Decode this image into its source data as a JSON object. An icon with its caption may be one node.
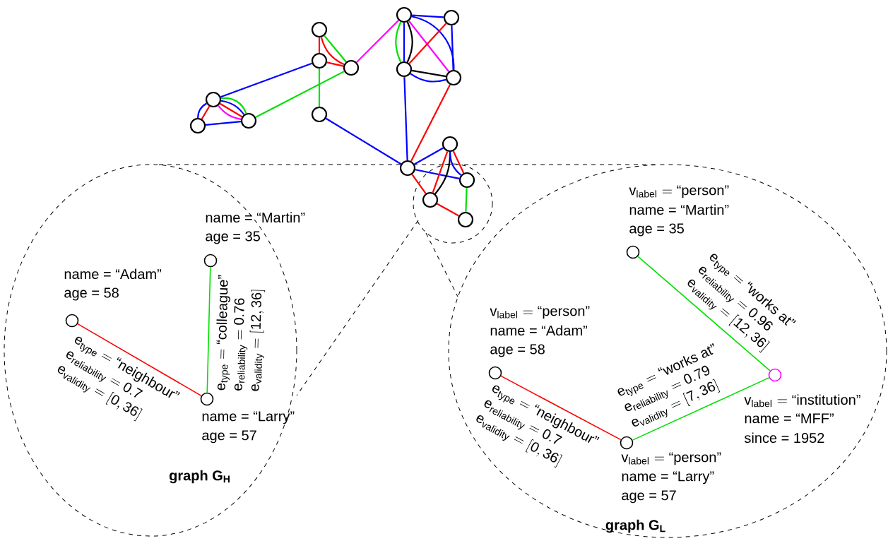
{
  "diagram": {
    "nodes": [
      {
        "text": [],
        "shape": "circle"
      },
      {
        "text": [],
        "shape": "circle"
      },
      {
        "text": [],
        "shape": "circle"
      },
      {
        "text": [],
        "shape": "circle"
      },
      {
        "text": [],
        "shape": "circle"
      },
      {
        "text": [],
        "shape": "circle"
      },
      {
        "text": [],
        "shape": "circle"
      },
      {
        "text": [],
        "shape": "circle"
      },
      {
        "text": [],
        "shape": "circle"
      },
      {
        "text": [],
        "shape": "circle"
      },
      {
        "text": [],
        "shape": "circle"
      },
      {
        "text": [],
        "shape": "circle"
      },
      {
        "text": [],
        "shape": "circle"
      },
      {
        "text": [],
        "shape": "circle"
      },
      {
        "text": [],
        "shape": "circle"
      },
      {
        "text": [],
        "shape": "circle"
      },
      {
        "text": [
          "graph G$_{H}$"
        ]
      },
      {
        "text": [],
        "shape": "circle",
        "in": 16,
        "beside": [
          "name = “Martin”",
          "age = 35"
        ]
      },
      {
        "text": [],
        "shape": "circle",
        "in": 16,
        "beside": [
          "name = “Adam”",
          "age = 58"
        ]
      },
      {
        "text": [],
        "shape": "circle",
        "in": 16,
        "beside": [
          "name = “Larry”",
          "age = 57"
        ]
      },
      {
        "text": [
          "graph G$_{L}$"
        ]
      },
      {
        "text": [],
        "shape": "circle",
        "in": 20,
        "beside": [
          "\\mathrm{v}_{\\mathrm{label}} = \\text{“person”}",
          "name = “Martin”",
          "age = 35"
        ]
      },
      {
        "text": [],
        "shape": "circle",
        "in": 20,
        "beside": [
          "\\mathrm{v}_{\\mathrm{label}} = \\text{“person”}",
          "name = “Adam”",
          "age = 58"
        ]
      },
      {
        "text": [],
        "shape": "circle",
        "in": 20,
        "beside": [
          "\\mathrm{v}_{\\mathrm{label}} = \\text{“institution”}",
          "name = “MFF”",
          "since = 1952"
        ]
      },
      {
        "text": [],
        "shape": "circle",
        "in": 20,
        "beside": [
          "\\mathrm{v}_{\\mathrm{label}} = \\text{“person”}",
          "name = “Larry”",
          "age = 57"
        ]
      }
    ],
    "edges": [
      {
        "from": 2,
        "to": 3,
        "arrow": "none",
        "color": "#ff0000"
      },
      {
        "from": 2,
        "to": 4,
        "arrow": "none",
        "color": "#ff0000"
      },
      {
        "from": 2,
        "to": 4,
        "arrow": "none",
        "color": "#00e000"
      },
      {
        "from": 3,
        "to": 4,
        "arrow": "none",
        "color": "#ff0000"
      },
      {
        "from": 3,
        "to": 8,
        "arrow": "none",
        "color": "#00e000"
      },
      {
        "from": 3,
        "to": 7,
        "arrow": "none"
      },
      {
        "from": 4,
        "to": 9,
        "arrow": "none",
        "color": "#00e000"
      },
      {
        "from": 4,
        "to": 0,
        "arrow": "none",
        "color": "#ff00ff"
      },
      {
        "from": 8,
        "to": 12,
        "arrow": "none"
      },
      {
        "from": 7,
        "to": 10,
        "arrow": "none",
        "color": "#ff0000"
      },
      {
        "from": 7,
        "to": 10,
        "arrow": "none"
      },
      {
        "from": 10,
        "to": 9,
        "arrow": "none"
      },
      {
        "from": 7,
        "to": 9,
        "arrow": "none",
        "color": "#ff0000"
      },
      {
        "from": 7,
        "to": 9,
        "arrow": "none",
        "color": "#00e000"
      },
      {
        "from": 7,
        "to": 9,
        "arrow": "none"
      },
      {
        "from": 7,
        "to": 9,
        "arrow": "none",
        "color": "#ff00ff"
      },
      {
        "from": 0,
        "to": 1,
        "arrow": "none"
      },
      {
        "from": 0,
        "to": 5,
        "arrow": "none",
        "color": "#00e000"
      },
      {
        "from": 0,
        "to": 5,
        "arrow": "none"
      },
      {
        "from": 0,
        "to": 5,
        "arrow": "none",
        "color": "#000000"
      },
      {
        "from": 0,
        "to": 6,
        "arrow": "none",
        "color": "#ff00ff"
      },
      {
        "from": 0,
        "to": 6,
        "arrow": "none"
      },
      {
        "from": 1,
        "to": 5,
        "arrow": "none",
        "color": "#ff0000"
      },
      {
        "from": 1,
        "to": 6,
        "arrow": "none"
      },
      {
        "from": 5,
        "to": 6,
        "arrow": "none",
        "color": "#000000"
      },
      {
        "from": 5,
        "to": 6,
        "arrow": "none"
      },
      {
        "from": 5,
        "to": 12,
        "arrow": "none"
      },
      {
        "from": 6,
        "to": 12,
        "arrow": "none",
        "color": "#ff0000"
      },
      {
        "from": 12,
        "to": 11,
        "arrow": "none"
      },
      {
        "from": 12,
        "to": 13,
        "arrow": "none"
      },
      {
        "from": 12,
        "to": 14,
        "arrow": "none",
        "color": "#ff0000"
      },
      {
        "from": 11,
        "to": 14,
        "arrow": "none",
        "color": "#ff0000"
      },
      {
        "from": 11,
        "to": 14,
        "arrow": "none",
        "color": "#000000"
      },
      {
        "from": 11,
        "to": 13,
        "arrow": "none"
      },
      {
        "from": 11,
        "to": 13,
        "arrow": "none",
        "color": "#ff0000"
      },
      {
        "from": 13,
        "to": 15,
        "arrow": "none",
        "color": "#00e000"
      },
      {
        "from": 14,
        "to": 15,
        "arrow": "none",
        "color": "#ff0000"
      },
      {
        "from": 18,
        "to": 19,
        "arrow": "none",
        "color": "#ff0000",
        "label": "\\begin{array}{l}\\mathrm{e}_{\\mathrm{type}} = \\text{“neighbour”}\\\\ \\mathrm{e}_{\\mathrm{reliability}} = \\mathrm{0.7}\\\\ \\mathrm{e}_{\\mathrm{validity}} = \\mathrm{[0,36]}\\end{array}"
      },
      {
        "from": 19,
        "to": 17,
        "arrow": "none",
        "color": "#00e000",
        "label": "\\begin{array}{l}\\mathrm{e}_{\\mathrm{type}} = \\text{“colleague”}\\\\ \\mathrm{e}_{\\mathrm{reliability}} = \\mathrm{0.76}\\\\ \\mathrm{e}_{\\mathrm{validity}} = \\mathrm{[12,36]}\\end{array}"
      },
      {
        "from": 21,
        "to": 23,
        "arrow": "none",
        "color": "#00e000",
        "label": "\\begin{array}{l}\\mathrm{e}_{\\mathrm{type}} = \\text{“works at”}\\\\ \\mathrm{e}_{\\mathrm{reliability}} = \\mathrm{0.96}\\\\ \\mathrm{e}_{\\mathrm{validity}} = \\mathrm{[12,36]}\\end{array}"
      },
      {
        "from": 22,
        "to": 24,
        "arrow": "none",
        "color": "#ff0000",
        "label": "\\begin{array}{l}\\mathrm{e}_{\\mathrm{type}} = \\text{“neighbour”}\\\\ \\mathrm{e}_{\\mathrm{reliability}} = \\mathrm{0.7}\\\\ \\mathrm{e}_{\\mathrm{validity}} = \\mathrm{[0,36]}\\end{array}"
      },
      {
        "from": 24,
        "to": 23,
        "arrow": "none",
        "color": "#00e000",
        "label": "\\begin{array}{l}\\mathrm{e}_{\\mathrm{type}} = \\text{“works at”}\\\\ \\mathrm{e}_{\\mathrm{reliability}} = \\mathrm{0.79}\\\\ \\mathrm{e}_{\\mathrm{validity}} = \\mathrm{[7,36]}\\end{array}"
      }
    ]
  }
}
